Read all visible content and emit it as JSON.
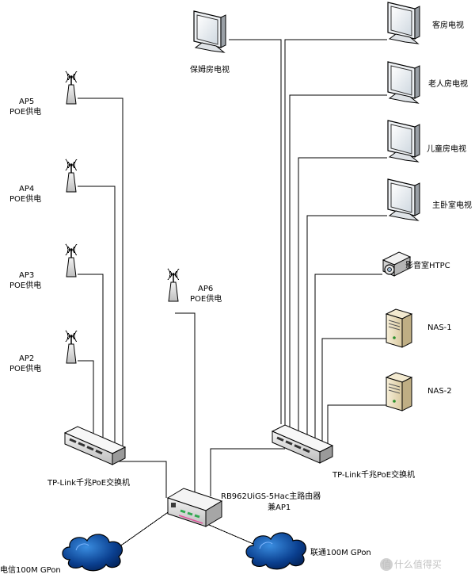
{
  "network": {
    "aps": [
      {
        "name": "AP5",
        "power": "POE供电"
      },
      {
        "name": "AP4",
        "power": "POE供电"
      },
      {
        "name": "AP3",
        "power": "POE供电"
      },
      {
        "name": "AP2",
        "power": "POE供电"
      },
      {
        "name": "AP6",
        "power": "POE供电"
      }
    ],
    "switch_left": "TP-Link千兆PoE交换机",
    "switch_right": "TP-Link千兆PoE交换机",
    "router": {
      "line1": "RB962UiGS-5Hac主路由器",
      "line2": "兼AP1"
    },
    "wan_left": "电信100M GPon",
    "wan_right": "联通100M GPon",
    "devices": {
      "tv_nanny": "保姆房电视",
      "tv_guest": "客房电视",
      "tv_elder": "老人房电视",
      "tv_kids": "儿童房电视",
      "tv_master": "主卧室电视",
      "htpc": "影音室HTPC",
      "nas1": "NAS-1",
      "nas2": "NAS-2"
    },
    "watermark": "值 什么值得买"
  }
}
